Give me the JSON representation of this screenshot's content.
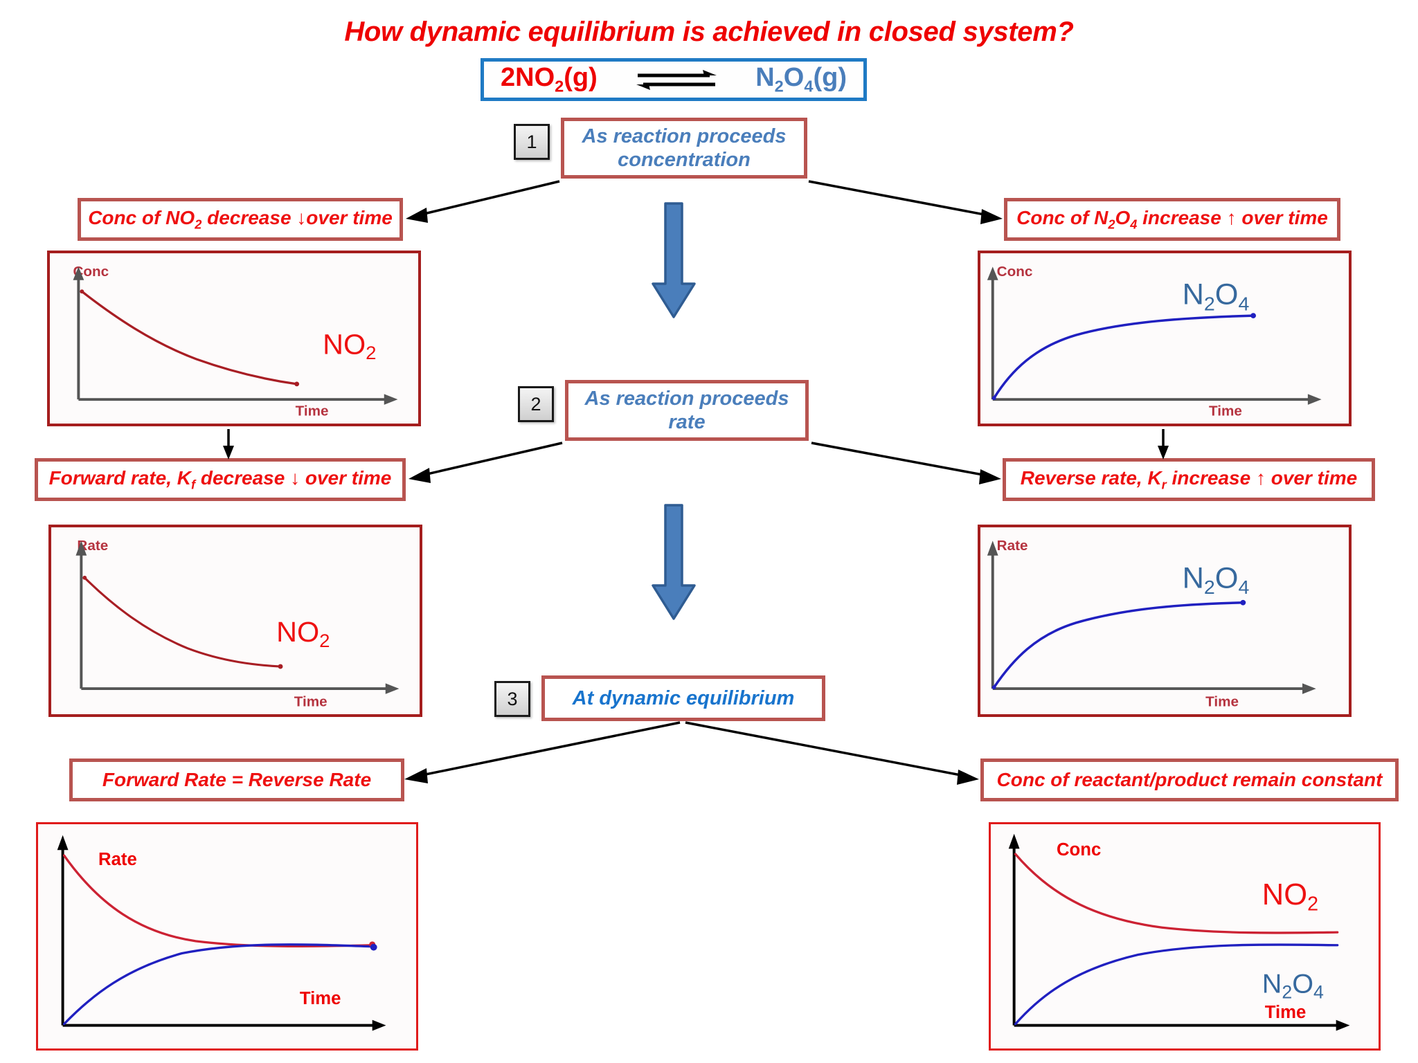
{
  "title": "How dynamic equilibrium is achieved in closed system?",
  "equation": {
    "left": "2NO2(g)",
    "left_formula": "2NO",
    "left_sub": "2",
    "left_state": "(g)",
    "right_formula": "N",
    "right_sub1": "2",
    "right_o": "O",
    "right_sub2": "4",
    "right_state": "(g)",
    "arrow_icon": "equilibrium-arrows"
  },
  "steps": [
    {
      "number": "1",
      "text": "As reaction proceeds\nconcentration"
    },
    {
      "number": "2",
      "text": "As reaction proceeds\nrate"
    },
    {
      "number": "3",
      "text": "At dynamic equilibrium"
    }
  ],
  "step1_line1": "As reaction proceeds",
  "step1_line2": "concentration",
  "step2_line1": "As reaction proceeds",
  "step2_line2": "rate",
  "step3_text": "At dynamic equilibrium",
  "statements": {
    "conc_no2": "Conc of NO2 decrease ↓over time",
    "conc_n2o4": "Conc of N2O4 increase ↑ over time",
    "forward_rate": "Forward rate, Kf  decrease ↓ over time",
    "reverse_rate": "Reverse rate, Kr  increase ↑ over time",
    "rates_equal": "Forward Rate = Reverse Rate",
    "conc_constant": "Conc of reactant/product remain constant"
  },
  "colors": {
    "title_red": "#ee0000",
    "statement_red": "#ee1111",
    "step_blue": "#4a7ebb",
    "step3_blue": "#1874cd",
    "box_border": "#b85450",
    "equation_border": "#1f7ac4",
    "chart_border": "#a51e1e",
    "curve_red": "#a81e24",
    "curve_blue": "#2020c0",
    "block_arrow": "#4a7ebb",
    "block_arrow_outline": "#2f5c92",
    "axis_gray": "#555555",
    "axis_black": "#000000"
  },
  "chart_data": [
    {
      "id": "conc-no2",
      "type": "line",
      "title": "",
      "xlabel": "Time",
      "ylabel": "Conc",
      "series": [
        {
          "name": "NO2",
          "color": "#a81e24",
          "x": [
            0,
            0.08,
            0.17,
            0.25,
            0.34,
            0.42,
            0.51,
            0.59,
            0.68,
            0.76,
            0.85
          ],
          "y": [
            0.93,
            0.8,
            0.69,
            0.6,
            0.52,
            0.46,
            0.41,
            0.37,
            0.33,
            0.3,
            0.28
          ]
        }
      ],
      "annotations": [
        {
          "text": "NO2",
          "color": "#ee1111"
        }
      ],
      "grid": false,
      "legend": "none",
      "axis_color": "#555555"
    },
    {
      "id": "conc-n2o4",
      "type": "line",
      "title": "",
      "xlabel": "Time",
      "ylabel": "Conc",
      "series": [
        {
          "name": "N2O4",
          "color": "#2020c0",
          "x": [
            0,
            0.08,
            0.17,
            0.25,
            0.34,
            0.42,
            0.51,
            0.59,
            0.68,
            0.76,
            0.85
          ],
          "y": [
            0.02,
            0.26,
            0.41,
            0.51,
            0.58,
            0.63,
            0.66,
            0.68,
            0.7,
            0.71,
            0.72
          ]
        }
      ],
      "annotations": [
        {
          "text": "N2O4",
          "color": "#37699e"
        }
      ],
      "grid": false,
      "legend": "none",
      "axis_color": "#555555"
    },
    {
      "id": "rate-no2",
      "type": "line",
      "title": "",
      "xlabel": "Time",
      "ylabel": "Rate",
      "series": [
        {
          "name": "NO2",
          "color": "#a81e24",
          "x": [
            0,
            0.08,
            0.16,
            0.24,
            0.32,
            0.4,
            0.48,
            0.56,
            0.64
          ],
          "y": [
            0.8,
            0.66,
            0.55,
            0.46,
            0.39,
            0.34,
            0.3,
            0.27,
            0.25
          ]
        }
      ],
      "annotations": [
        {
          "text": "NO2",
          "color": "#ee1111"
        }
      ],
      "grid": false,
      "legend": "none",
      "axis_color": "#555555"
    },
    {
      "id": "rate-n2o4",
      "type": "line",
      "title": "",
      "xlabel": "Time",
      "ylabel": "Rate",
      "series": [
        {
          "name": "N2O4",
          "color": "#2020c0",
          "x": [
            0,
            0.08,
            0.16,
            0.24,
            0.32,
            0.4,
            0.48,
            0.56,
            0.64
          ],
          "y": [
            0.02,
            0.26,
            0.41,
            0.51,
            0.57,
            0.61,
            0.63,
            0.645,
            0.65
          ]
        }
      ],
      "annotations": [
        {
          "text": "N2O4",
          "color": "#37699e"
        }
      ],
      "grid": false,
      "legend": "none",
      "axis_color": "#555555"
    },
    {
      "id": "rates-converge",
      "type": "line",
      "title": "",
      "xlabel": "Time",
      "ylabel": "Rate",
      "series": [
        {
          "name": "forward-rate",
          "color": "#cc2233",
          "x": [
            0,
            0.1,
            0.2,
            0.3,
            0.4,
            0.5,
            0.6,
            0.7,
            0.8,
            0.9,
            1.0
          ],
          "y": [
            0.93,
            0.79,
            0.7,
            0.63,
            0.58,
            0.55,
            0.53,
            0.52,
            0.515,
            0.51,
            0.51
          ]
        },
        {
          "name": "reverse-rate",
          "color": "#2020c0",
          "x": [
            0,
            0.1,
            0.2,
            0.3,
            0.4,
            0.5,
            0.6,
            0.7,
            0.8,
            0.9,
            1.0
          ],
          "y": [
            0.02,
            0.24,
            0.36,
            0.43,
            0.47,
            0.49,
            0.5,
            0.505,
            0.508,
            0.509,
            0.51
          ]
        }
      ],
      "annotations": [],
      "grid": false,
      "legend": "none",
      "axis_color": "#000000"
    },
    {
      "id": "conc-equilibrium",
      "type": "line",
      "title": "",
      "xlabel": "Time",
      "ylabel": "Conc",
      "series": [
        {
          "name": "NO2",
          "color": "#cc2233",
          "x": [
            0,
            0.1,
            0.2,
            0.3,
            0.4,
            0.5,
            0.6,
            0.7,
            0.8,
            0.9,
            1.0
          ],
          "y": [
            0.93,
            0.82,
            0.73,
            0.66,
            0.61,
            0.58,
            0.56,
            0.55,
            0.545,
            0.54,
            0.54
          ]
        },
        {
          "name": "N2O4",
          "color": "#2020c0",
          "x": [
            0,
            0.1,
            0.2,
            0.3,
            0.4,
            0.5,
            0.6,
            0.7,
            0.8,
            0.9,
            1.0
          ],
          "y": [
            0.02,
            0.17,
            0.28,
            0.35,
            0.4,
            0.43,
            0.45,
            0.455,
            0.46,
            0.46,
            0.46
          ]
        }
      ],
      "annotations": [
        {
          "text": "NO2",
          "color": "#ee1111"
        },
        {
          "text": "N2O4",
          "color": "#37699e"
        }
      ],
      "grid": false,
      "legend": "none",
      "axis_color": "#000000"
    }
  ],
  "chart_labels": {
    "conc": "Conc",
    "rate": "Rate",
    "time": "Time",
    "no2": "NO",
    "no2_sub": "2",
    "n2o4_n": "N",
    "n2o4_sub1": "2",
    "n2o4_o": "O",
    "n2o4_sub2": "4"
  },
  "flow_arrows": {
    "block_arrow_1": "down-block-arrow",
    "block_arrow_2": "down-block-arrow",
    "branch_icon": "branch-arrow",
    "down_tick_icon": "down-arrow"
  }
}
